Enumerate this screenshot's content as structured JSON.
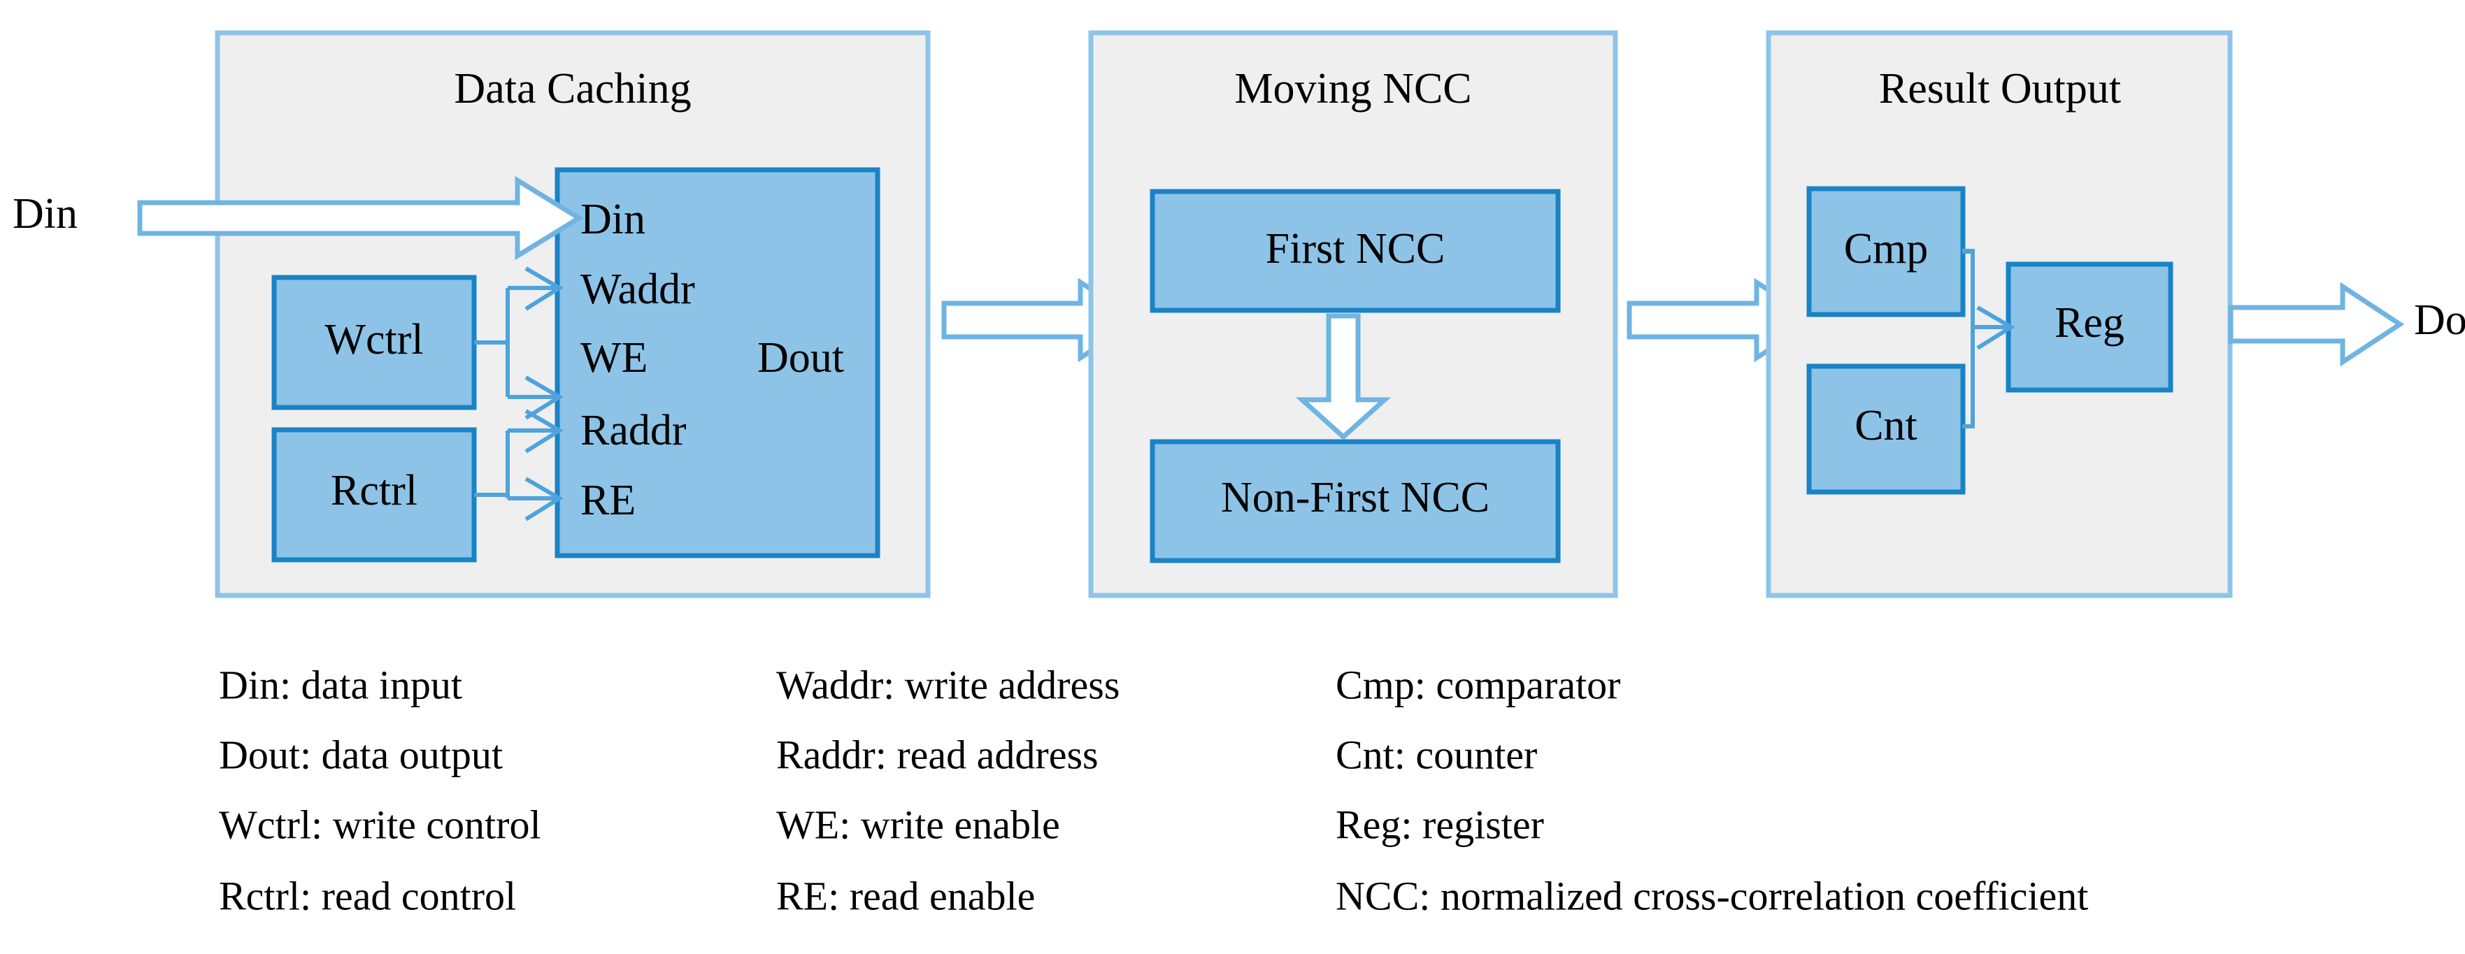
{
  "figure": {
    "type": "block-diagram",
    "title_inline": "",
    "background": "#ffffff",
    "colors": {
      "panel_fill": "#efefef",
      "panel_border": "#8EC4E8",
      "block_fill": "#8DC3E6",
      "block_border": "#1A83C6",
      "wire": "#4FA3DC",
      "arrow_fill": "#ffffff",
      "arrow_border": "#6FB4E2",
      "text": "#000000"
    }
  },
  "io": {
    "input_label": "Din",
    "output_label": "Dout"
  },
  "panels": [
    {
      "id": "data-caching",
      "title": "Data Caching",
      "blocks": [
        {
          "id": "wctrl",
          "label": "Wctrl"
        },
        {
          "id": "rctrl",
          "label": "Rctrl"
        },
        {
          "id": "memory",
          "label": ""
        }
      ],
      "memory_ports": {
        "inputs": [
          "Din",
          "Waddr",
          "WE",
          "Raddr",
          "RE"
        ],
        "outputs": [
          "Dout"
        ]
      }
    },
    {
      "id": "moving-ncc",
      "title": "Moving NCC",
      "blocks": [
        {
          "id": "first-ncc",
          "label": "First NCC"
        },
        {
          "id": "non-first-ncc",
          "label": "Non-First NCC"
        }
      ]
    },
    {
      "id": "result-output",
      "title": "Result Output",
      "blocks": [
        {
          "id": "cmp",
          "label": "Cmp"
        },
        {
          "id": "cnt",
          "label": "Cnt"
        },
        {
          "id": "reg",
          "label": "Reg"
        }
      ]
    }
  ],
  "legend": {
    "columns": [
      {
        "entries": [
          "Din: data input",
          "Dout: data output",
          "Wctrl: write control",
          "Rctrl: read control"
        ]
      },
      {
        "entries": [
          "Waddr: write address",
          "Raddr: read address",
          "WE: write enable",
          "RE: read enable"
        ]
      },
      {
        "entries": [
          "Cmp: comparator",
          "Cnt: counter",
          "Reg: register",
          "NCC: normalized cross-correlation coefficient"
        ]
      }
    ]
  }
}
